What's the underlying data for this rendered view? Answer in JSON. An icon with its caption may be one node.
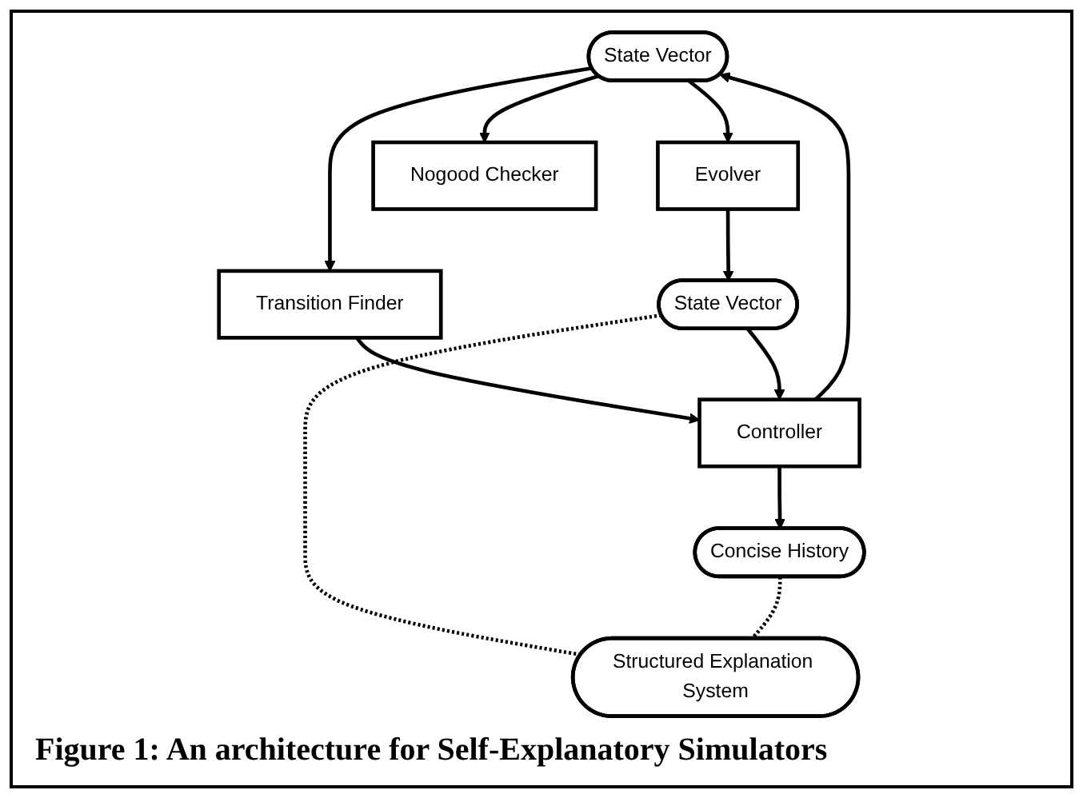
{
  "diagram": {
    "caption": "Figure 1: An architecture for Self-Explanatory Simulators",
    "nodes": [
      {
        "text": [
          "State Vector"
        ]
      },
      {
        "text": [
          "Controller"
        ]
      },
      {
        "text": [
          "Transition Finder"
        ]
      },
      {
        "text": [
          "Evolver"
        ]
      },
      {
        "text": [
          "Nogood Checker"
        ]
      },
      {
        "text": [
          "State Vector"
        ]
      },
      {
        "text": [
          "Concise History"
        ]
      },
      {
        "text": [
          "Structured Explanation System"
        ]
      }
    ],
    "edges": [
      {
        "from": 1,
        "to": 0,
        "arrow": "to"
      },
      {
        "from": 0,
        "to": 2,
        "arrow": "to"
      },
      {
        "from": 0,
        "to": 3,
        "arrow": "to"
      },
      {
        "from": 0,
        "to": 4,
        "arrow": "to"
      },
      {
        "from": 2,
        "to": 1,
        "arrow": "to"
      },
      {
        "from": 3,
        "to": 5,
        "arrow": "to"
      },
      {
        "from": 5,
        "to": 1,
        "arrow": "to"
      },
      {
        "from": 1,
        "to": 6,
        "arrow": "to"
      },
      {
        "from": 5,
        "to": 7,
        "arrow": "none",
        "style": "dashed"
      },
      {
        "from": 6,
        "to": 7,
        "arrow": "none",
        "style": "dashed"
      }
    ]
  }
}
